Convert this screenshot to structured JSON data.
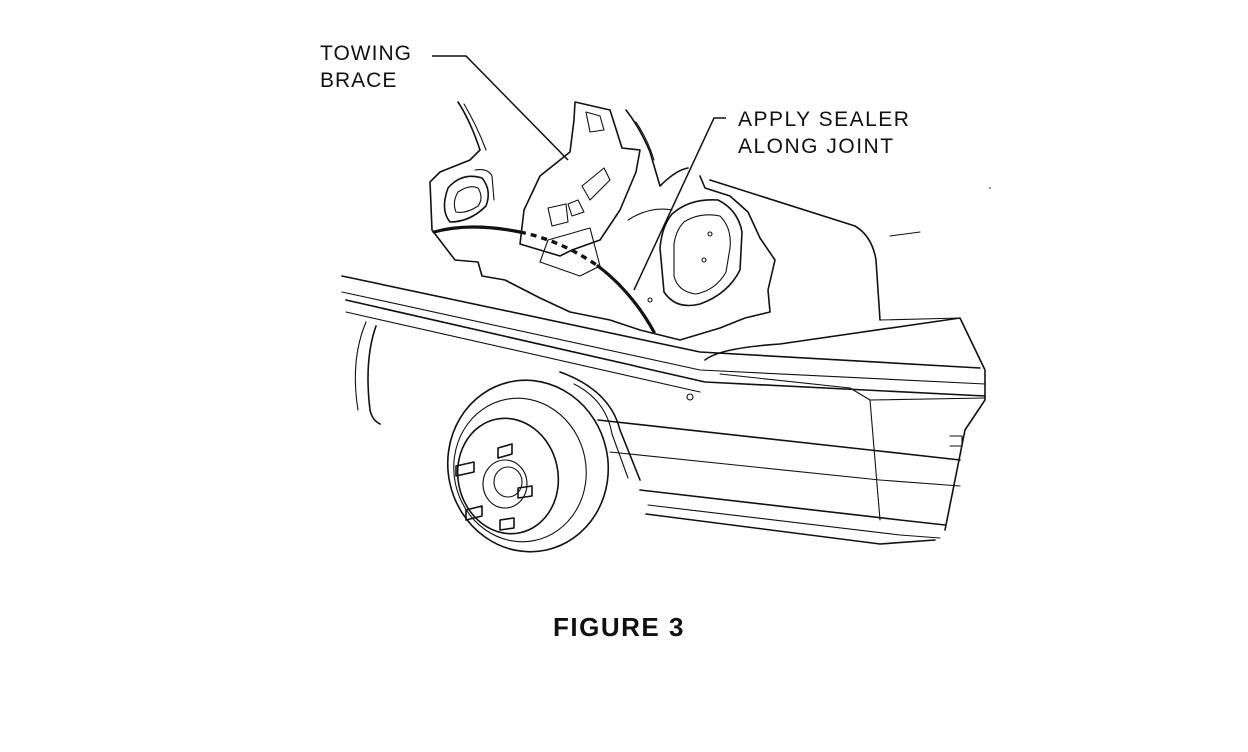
{
  "figure": {
    "caption": "FIGURE 3",
    "callouts": {
      "towing_brace": [
        "TOWING",
        "BRACE"
      ],
      "apply_sealer": [
        "APPLY SEALER",
        "ALONG JOINT"
      ]
    }
  }
}
